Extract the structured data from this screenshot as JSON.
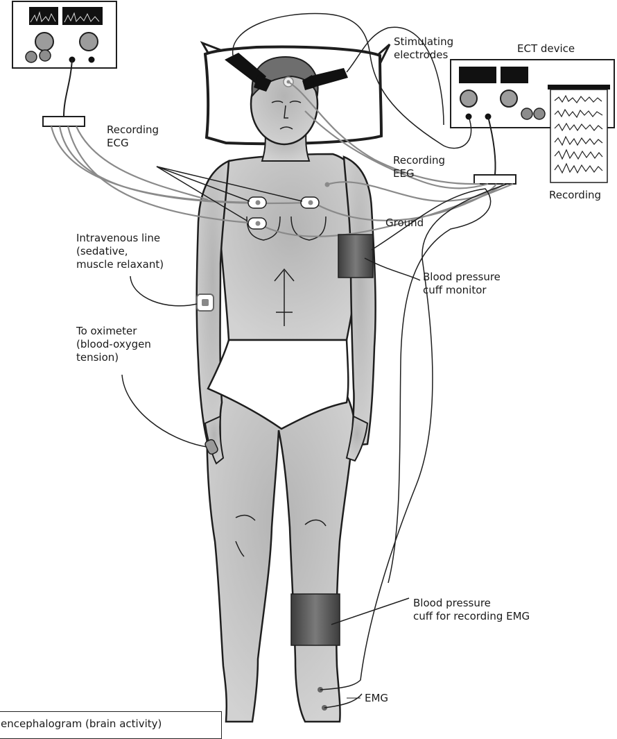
{
  "labels": {
    "stimulating_electrodes": [
      "Stimulating",
      "electrodes"
    ],
    "ect_device": "ECT device",
    "recording_ecg": [
      "Recording",
      "ECG"
    ],
    "recording_eeg": [
      "Recording",
      "EEG"
    ],
    "recording": "Recording",
    "ground": "Ground",
    "intravenous_line": [
      "Intravenous line",
      "(sedative,",
      "muscle relaxant)"
    ],
    "bp_cuff_monitor": [
      "Blood pressure",
      "cuff monitor"
    ],
    "to_oximeter": [
      "To oximeter",
      "(blood-oxygen",
      "tension)"
    ],
    "bp_cuff_emg": [
      "Blood pressure",
      "cuff for recording EMG"
    ],
    "emg": "EMG"
  },
  "legend": {
    "text": "encephalogram (brain activity)"
  },
  "colors": {
    "skin": "#c8c8c8",
    "outline": "#1e1e1e",
    "wire": "#8a8a8a",
    "cuff": "#555555"
  }
}
